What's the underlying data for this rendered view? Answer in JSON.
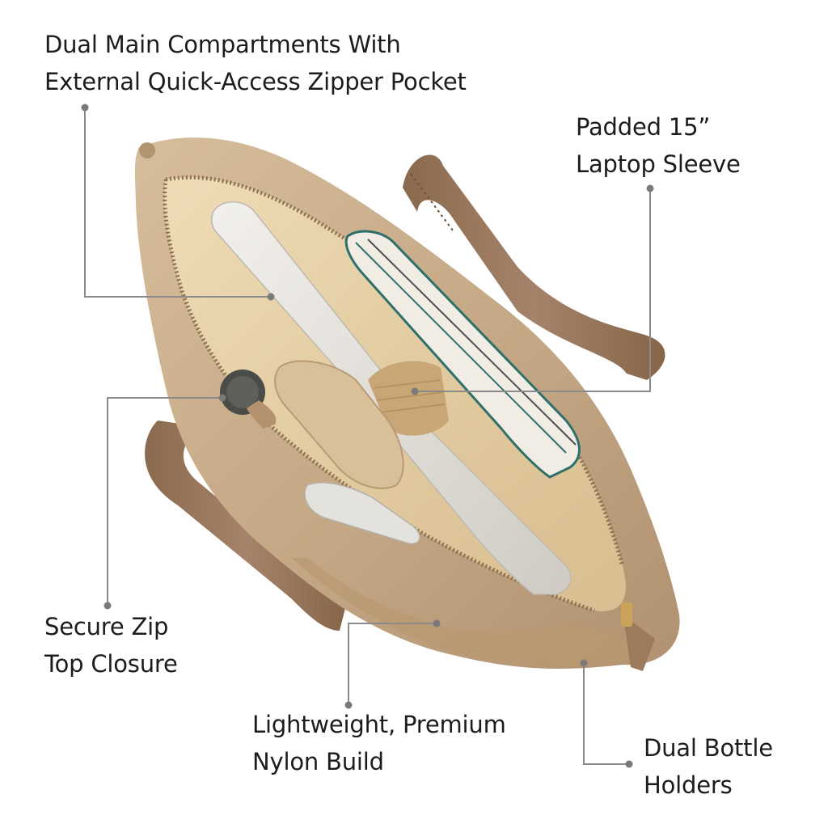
{
  "callouts": [
    {
      "lines": [
        "Dual Main Compartments With",
        "External Quick-Access Zipper Pocket"
      ]
    },
    {
      "lines": [
        "Padded 15”",
        "Laptop Sleeve"
      ]
    },
    {
      "lines": [
        "Secure Zip",
        "Top Closure"
      ]
    },
    {
      "lines": [
        "Lightweight, Premium",
        "Nylon Build"
      ]
    },
    {
      "lines": [
        "Dual Bottle",
        "Holders"
      ]
    }
  ],
  "colors": {
    "background": "#ffffff",
    "callout_text": "#1c1c1c",
    "leader_line": "#8a8a8a",
    "bag_nylon": "#c7ab88",
    "leather_strap": "#9c7b5d",
    "lining": "#e6d2a8",
    "elastic_band": "#c9a676"
  }
}
